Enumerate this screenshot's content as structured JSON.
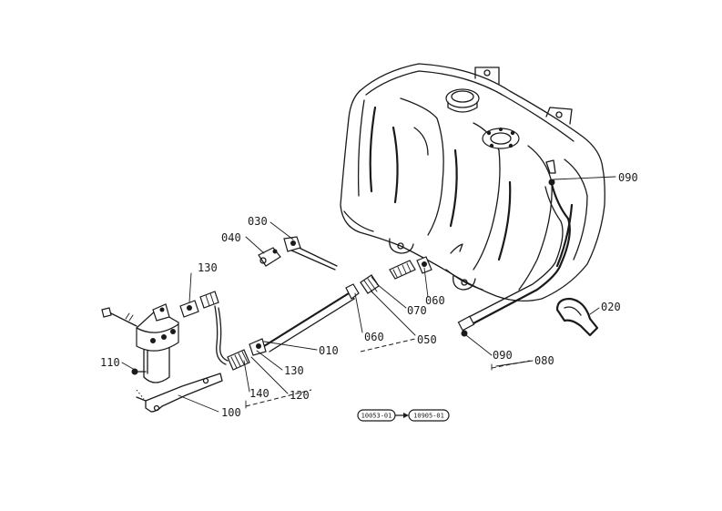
{
  "callouts": {
    "c010": "010",
    "c020": "020",
    "c030": "030",
    "c040": "040",
    "c050": "050",
    "c060a": "060",
    "c060b": "060",
    "c070": "070",
    "c080": "080",
    "c090a": "090",
    "c090b": "090",
    "c100": "100",
    "c110": "110",
    "c120": "120",
    "c130a": "130",
    "c130b": "130",
    "c140": "140"
  },
  "serial_range": {
    "from": "10053-01",
    "to": "10905-01"
  }
}
